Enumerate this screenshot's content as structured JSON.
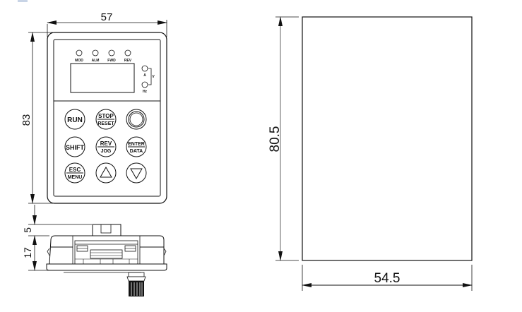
{
  "drawing": {
    "corner_mark": "",
    "front_view": {
      "width_dim": "57",
      "height_dim": "83",
      "leds": [
        {
          "label": "MOD"
        },
        {
          "label": "ALM"
        },
        {
          "label": "FWD"
        },
        {
          "label": "REV"
        }
      ],
      "unit_leds": {
        "top": "A",
        "bracket": "V",
        "bottom": "Hz"
      },
      "keys": [
        {
          "id": "run",
          "top": "RUN",
          "bottom": ""
        },
        {
          "id": "stop-reset",
          "top": "STOP",
          "bottom": "RESET"
        },
        {
          "id": "potentiometer",
          "top": "",
          "bottom": ""
        },
        {
          "id": "shift",
          "top": "SHIFT",
          "bottom": ""
        },
        {
          "id": "rev-jog",
          "top": "REV",
          "bottom": "JOG"
        },
        {
          "id": "enter-data",
          "top": "ENTER",
          "bottom": "DATA"
        },
        {
          "id": "esc-menu",
          "top": "ESC",
          "bottom": "MENU"
        },
        {
          "id": "up",
          "top": "",
          "bottom": ""
        },
        {
          "id": "down",
          "top": "",
          "bottom": ""
        }
      ]
    },
    "side_view": {
      "offset_dim": "5",
      "depth_dim": "17"
    },
    "cutout_view": {
      "height_dim": "80.5",
      "width_dim": "54.5"
    },
    "colors": {
      "line": "#111111",
      "background": "#ffffff",
      "corner_mark": "#c8d4e6"
    }
  }
}
